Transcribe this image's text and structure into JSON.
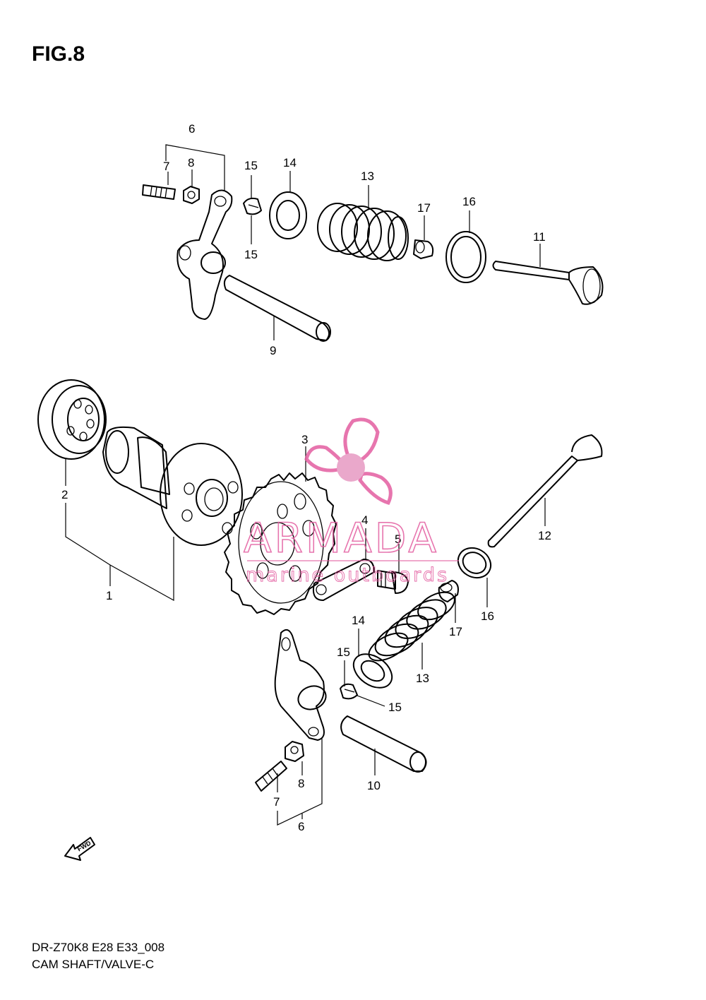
{
  "figure": {
    "title": "FIG.8"
  },
  "callouts": [
    {
      "id": "c6a",
      "text": "6"
    },
    {
      "id": "c7a",
      "text": "7"
    },
    {
      "id": "c8a",
      "text": "8"
    },
    {
      "id": "c15a",
      "text": "15"
    },
    {
      "id": "c15b",
      "text": "15"
    },
    {
      "id": "c14a",
      "text": "14"
    },
    {
      "id": "c13a",
      "text": "13"
    },
    {
      "id": "c17a",
      "text": "17"
    },
    {
      "id": "c16a",
      "text": "16"
    },
    {
      "id": "c11",
      "text": "11"
    },
    {
      "id": "c9",
      "text": "9"
    },
    {
      "id": "c2",
      "text": "2"
    },
    {
      "id": "c1",
      "text": "1"
    },
    {
      "id": "c3",
      "text": "3"
    },
    {
      "id": "c4",
      "text": "4"
    },
    {
      "id": "c5",
      "text": "5"
    },
    {
      "id": "c12",
      "text": "12"
    },
    {
      "id": "c16b",
      "text": "16"
    },
    {
      "id": "c17b",
      "text": "17"
    },
    {
      "id": "c14b",
      "text": "14"
    },
    {
      "id": "c13b",
      "text": "13"
    },
    {
      "id": "c15c",
      "text": "15"
    },
    {
      "id": "c15d",
      "text": "15"
    },
    {
      "id": "c8b",
      "text": "8"
    },
    {
      "id": "c10",
      "text": "10"
    },
    {
      "id": "c7b",
      "text": "7"
    },
    {
      "id": "c6b",
      "text": "6"
    }
  ],
  "fwd_label": "FWD",
  "watermark": {
    "brand": "ARMADA",
    "tagline": "marine outboards",
    "color": "#e35ea0"
  },
  "footer": {
    "code": "DR-Z70K8 E28 E33_008",
    "caption": "CAM SHAFT/VALVE-C"
  }
}
